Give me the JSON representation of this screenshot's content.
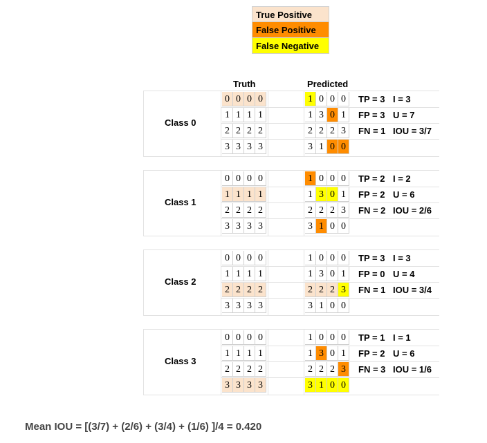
{
  "legend": {
    "true_positive": "True Positive",
    "false_positive": "False Positive",
    "false_negative": "False Negative",
    "colors": {
      "true_positive": "#fbe3cc",
      "false_positive": "#ff8c00",
      "false_negative": "#ffff00"
    }
  },
  "headers": {
    "truth": "Truth",
    "predicted": "Predicted"
  },
  "truth_grid": [
    [
      "0",
      "0",
      "0",
      "0"
    ],
    [
      "1",
      "1",
      "1",
      "1"
    ],
    [
      "2",
      "2",
      "2",
      "2"
    ],
    [
      "3",
      "3",
      "3",
      "3"
    ]
  ],
  "predicted_grid": [
    [
      "1",
      "0",
      "0",
      "0"
    ],
    [
      "1",
      "3",
      "0",
      "1"
    ],
    [
      "2",
      "2",
      "2",
      "3"
    ],
    [
      "3",
      "1",
      "0",
      "0"
    ]
  ],
  "classes": [
    {
      "label": "Class 0",
      "metrics": [
        [
          "TP = 3",
          "I = 3"
        ],
        [
          "FP = 3",
          "U = 7"
        ],
        [
          "FN = 1",
          "IOU = 3/7"
        ]
      ],
      "pred_marks": [
        [
          "fn",
          "",
          "",
          ""
        ],
        [
          "",
          "",
          "fp",
          ""
        ],
        [
          "",
          "",
          "",
          ""
        ],
        [
          "",
          "",
          "fp",
          "fp"
        ]
      ]
    },
    {
      "label": "Class 1",
      "metrics": [
        [
          "TP = 2",
          "I = 2"
        ],
        [
          "FP = 2",
          "U = 6"
        ],
        [
          "FN = 2",
          "IOU = 2/6"
        ]
      ],
      "pred_marks": [
        [
          "fp",
          "",
          "",
          ""
        ],
        [
          "",
          "fn",
          "fn",
          ""
        ],
        [
          "",
          "",
          "",
          ""
        ],
        [
          "",
          "fp",
          "",
          ""
        ]
      ]
    },
    {
      "label": "Class 2",
      "metrics": [
        [
          "TP = 3",
          "I = 3"
        ],
        [
          "FP = 0",
          "U = 4"
        ],
        [
          "FN = 1",
          "IOU = 3/4"
        ]
      ],
      "pred_marks": [
        [
          "",
          "",
          "",
          ""
        ],
        [
          "",
          "",
          "",
          ""
        ],
        [
          "tp",
          "tp",
          "tp",
          "fn"
        ],
        [
          "",
          "",
          "",
          ""
        ]
      ]
    },
    {
      "label": "Class 3",
      "metrics": [
        [
          "TP = 1",
          "I = 1"
        ],
        [
          "FP = 2",
          "U = 6"
        ],
        [
          "FN = 3",
          "IOU = 1/6"
        ]
      ],
      "pred_marks": [
        [
          "",
          "",
          "",
          ""
        ],
        [
          "",
          "fp",
          "",
          ""
        ],
        [
          "",
          "",
          "",
          "fp"
        ],
        [
          "fn",
          "fn",
          "fn",
          "fn"
        ]
      ]
    }
  ],
  "mean_iou": "Mean IOU = [(3/7) + (2/6) + (3/4) + (1/6) ]/4 = 0.420"
}
